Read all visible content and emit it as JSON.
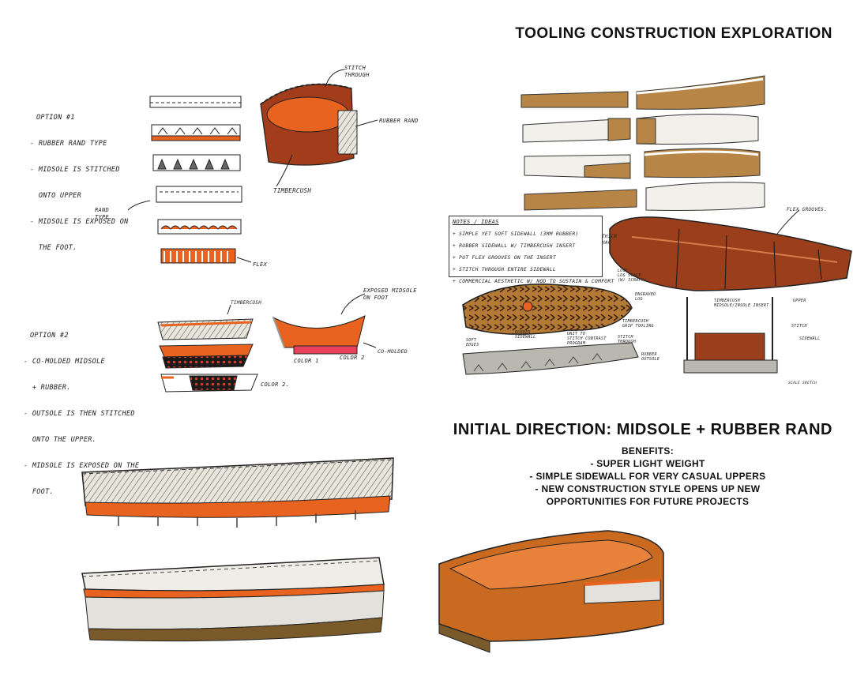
{
  "titles": {
    "exploration": "TOOLING CONSTRUCTION EXPLORATION",
    "direction": "INITIAL DIRECTION: MIDSOLE + RUBBER RAND"
  },
  "benefits": {
    "heading": "BENEFITS:",
    "items": [
      "- SUPER LIGHT WEIGHT",
      "- SIMPLE SIDEWALL FOR VERY CASUAL UPPERS",
      "- NEW CONSTRUCTION STYLE OPENS UP NEW",
      "OPPORTUNITIES FOR FUTURE PROJECTS"
    ]
  },
  "option1": {
    "title": "OPTION #1",
    "lines": [
      "- RUBBER RAND TYPE",
      "- MIDSOLE IS STITCHED",
      "  ONTO UPPER",
      "- MIDSOLE IS EXPOSED ON",
      "  THE FOOT."
    ],
    "labels": {
      "stitch": "STITCH\nTHROUGH",
      "rand": "RUBBER RAND",
      "timbercush": "TIMBERCUSH",
      "rand_type": "RAND\nTYPE",
      "flex": "FLEX"
    }
  },
  "option2": {
    "title": "OPTION #2",
    "lines": [
      "- CO-MOLDED MIDSOLE",
      "  + RUBBER.",
      "- OUTSOLE IS THEN STITCHED",
      "  ONTO THE UPPER.",
      "- MIDSOLE IS EXPOSED ON THE",
      "  FOOT."
    ],
    "labels": {
      "timbercush": "TIMBERCUSH",
      "exposed": "EXPOSED MIDSOLE\nON FOOT",
      "comolded": "CO-MOLDED",
      "color1": "COLOR 1",
      "color2a": "COLOR 2",
      "color2b": "COLOR 2."
    }
  },
  "notes": {
    "title": "NOTES / IDEAS",
    "lines": [
      "+ SIMPLE YET SOFT SIDEWALL (3MM RUBBER)",
      "+ RUBBER SIDEWALL W/ TIMBERCUSH INSERT",
      "+ PUT FLEX GROOVES ON THE INSERT",
      "+ STITCH THROUGH ENTIRE SIDEWALL",
      "+ COMMERCIAL AESTHETIC W/ NOD TO SUSTAIN & COMFORT"
    ]
  },
  "right_labels": {
    "thick": "THICK\nHAC",
    "flex_grooves": "FLEX GROOVES.",
    "lug": "LUGS\nLUG SCALE\n(W/ SCRAPS)",
    "engraved": "ENGRAVED\nLUG",
    "timbercush_grip": "TIMBERCUSH\nGRIP TOOLING",
    "soft_edged": "SOFT\nEDGES",
    "rubber_sidewall": "RUBBER\nSIDEWALL",
    "unit": "UNIT TO\nSTITCH CONTRAST\nPROGRAM",
    "stitch_through": "STITCH\nTHROUGH",
    "rubber_outsole": "RUBBER\nOUTSOLE",
    "xsec_label": "TIMBERCUSH\nMIDSOLE/INSOLE INSERT",
    "upper": "UPPER",
    "stitch": "STITCH",
    "sidewall": "SIDEWALL",
    "caption": "SCALE SKETCH"
  },
  "colors": {
    "orange": "#e8631f",
    "brown": "#8a4a22",
    "tan": "#b78545",
    "rust": "#b2401c",
    "gray": "#b8b8b0"
  }
}
